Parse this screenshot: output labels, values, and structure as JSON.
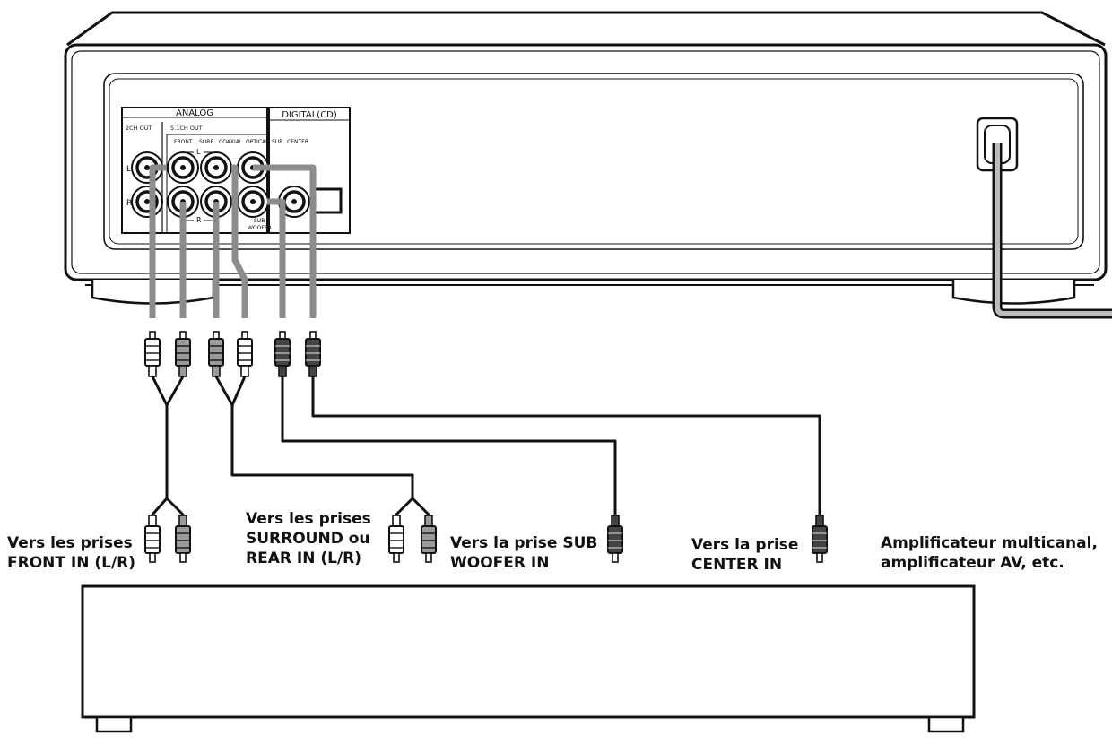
{
  "panel": {
    "analog_title": "ANALOG",
    "digital_title": "DIGITAL(CD)",
    "ch2_label": "2CH OUT",
    "ch51_label": "5.1CH OUT",
    "front_label": "FRONT",
    "surr_label": "SURR",
    "coaxial_label": "COAXIAL",
    "optical_label": "OPTICAL",
    "sub_label": "SUB",
    "center_label": "CENTER",
    "l_mark": "L",
    "r_mark": "R",
    "sub_woofer_1": "SUB",
    "sub_woofer_2": "WOOFER"
  },
  "labels": {
    "front_1": "Vers les prises",
    "front_2": "FRONT IN (L/R)",
    "surround_1": "Vers les prises",
    "surround_2": "SURROUND ou",
    "surround_3": "REAR IN (L/R)",
    "sub_1": "Vers la prise SUB",
    "sub_2": "WOOFER IN",
    "center_1": "Vers la prise",
    "center_2": "CENTER IN",
    "amp_1": "Amplificateur multicanal,",
    "amp_2": "amplificateur AV, etc."
  },
  "colors": {
    "line": "#111111",
    "cable_grey": "#8c8c8c",
    "plug_dark": "#444444"
  }
}
